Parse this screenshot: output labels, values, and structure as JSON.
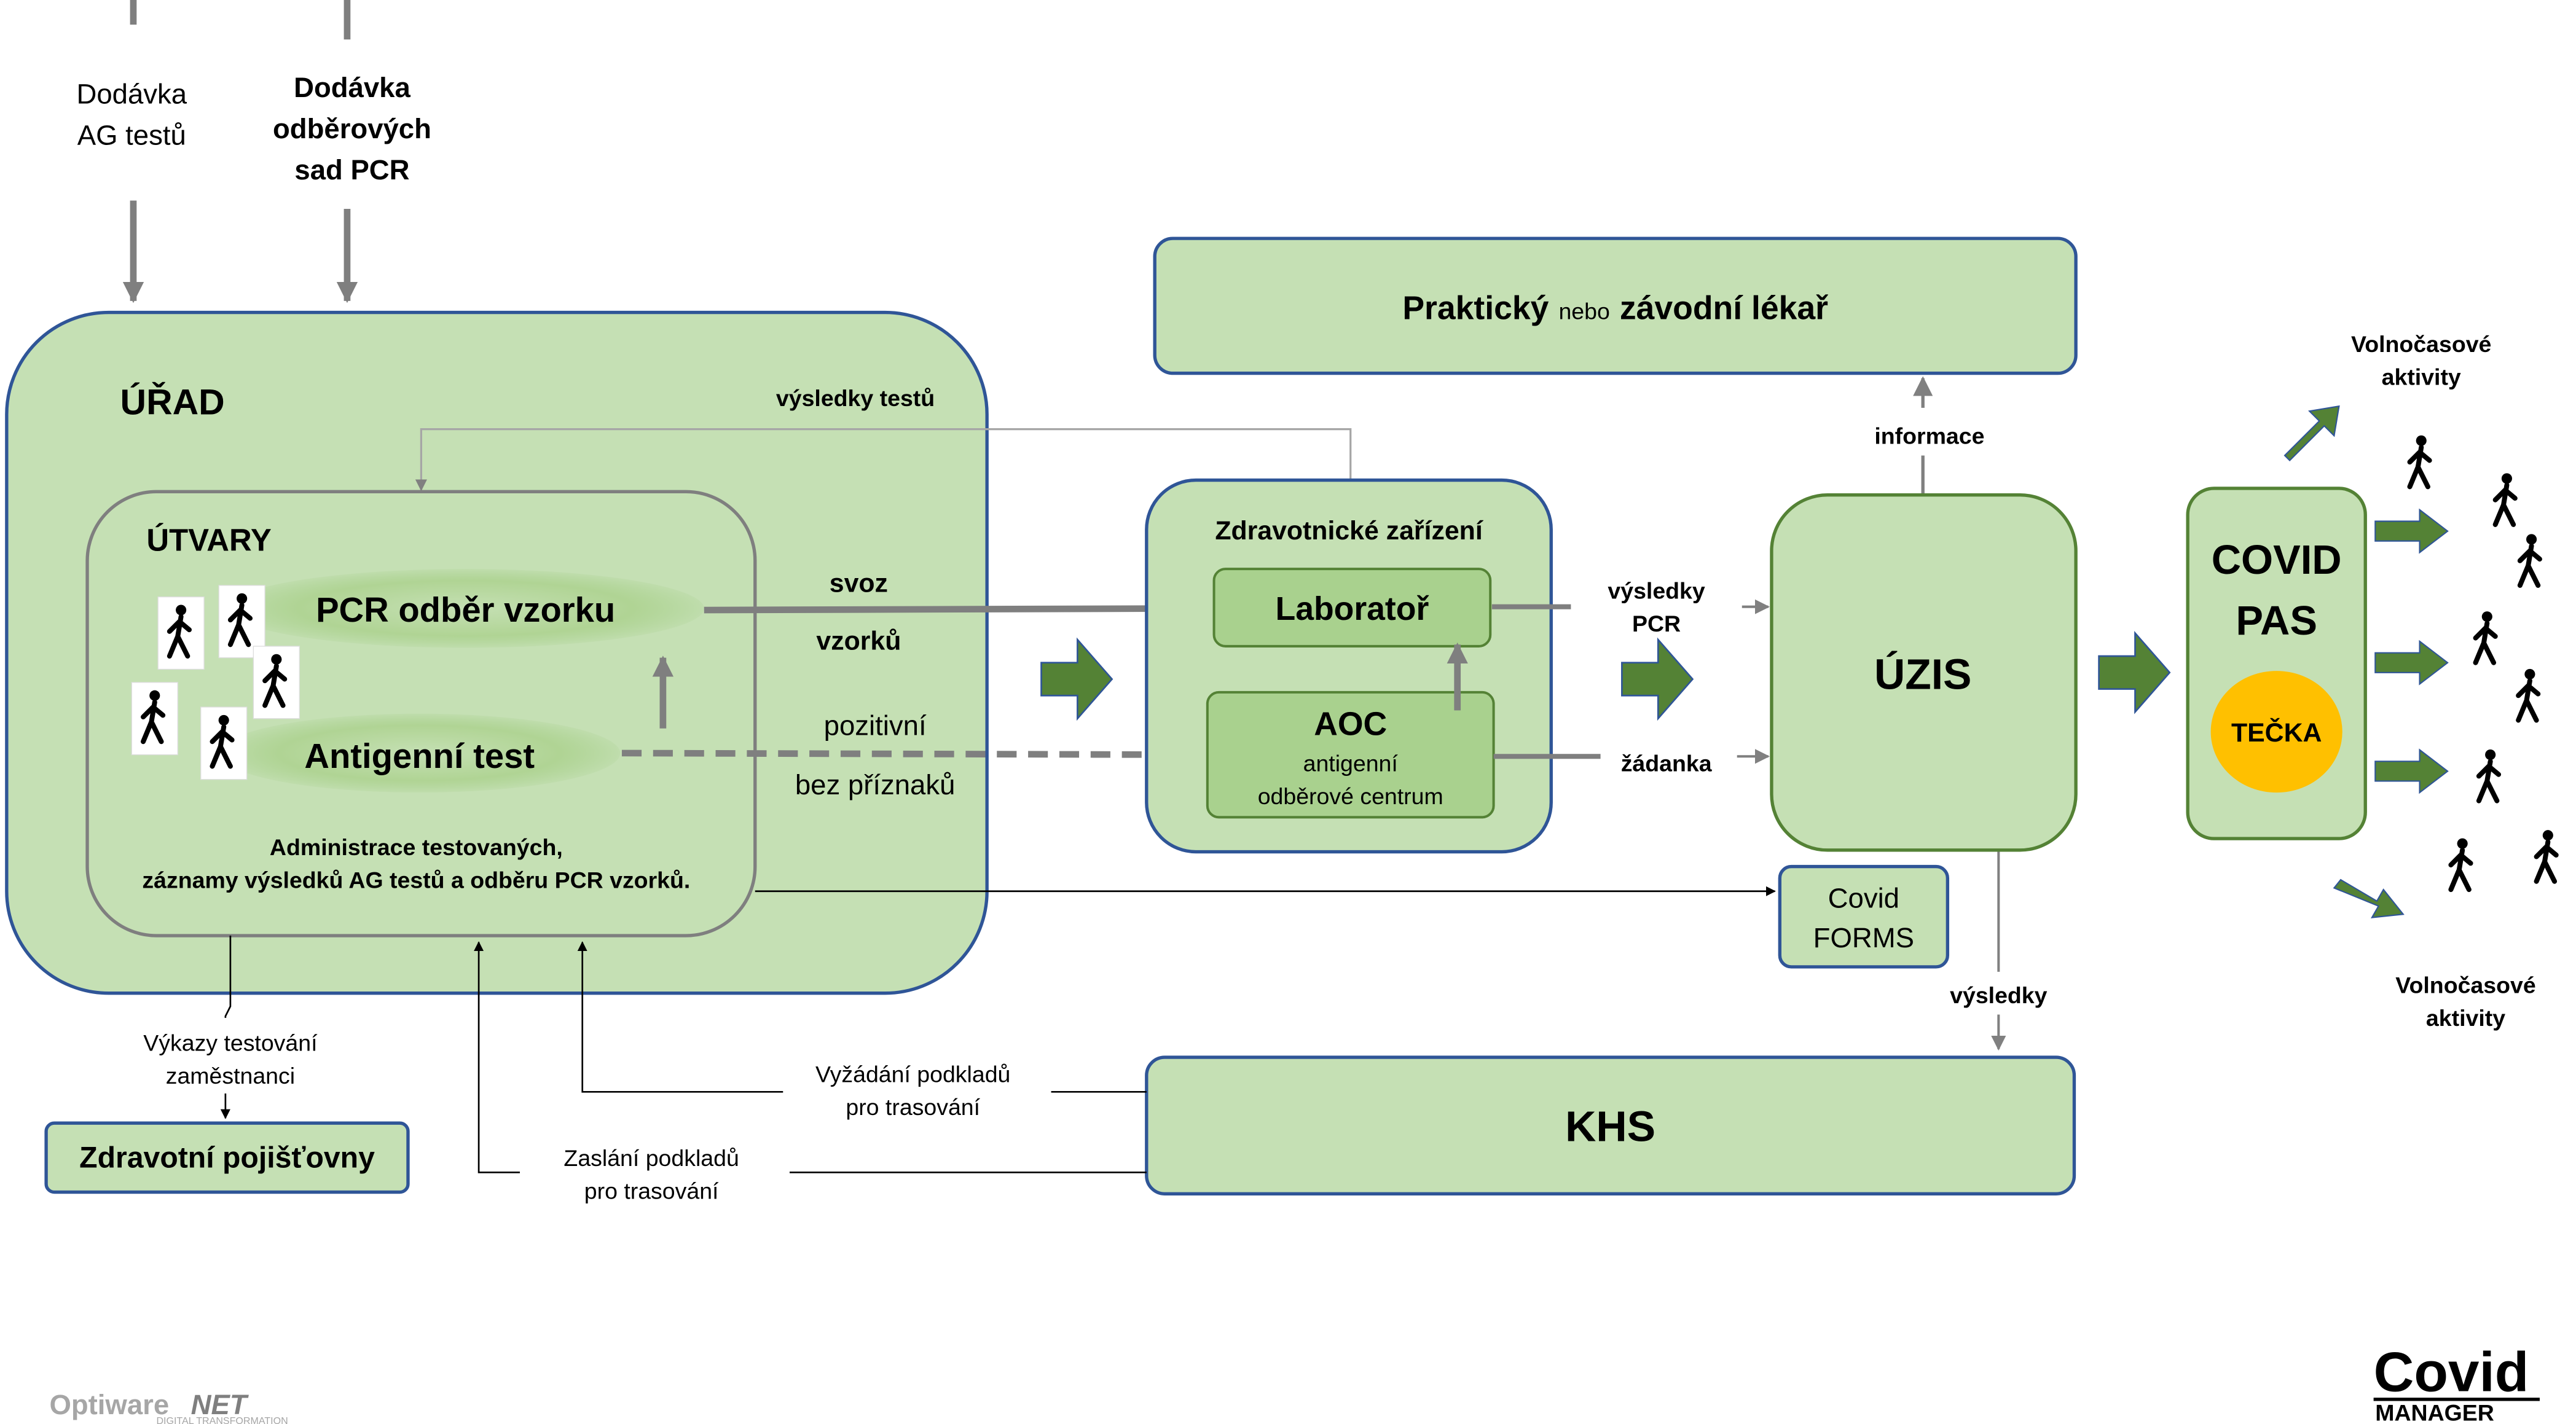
{
  "supply": {
    "ag": [
      "Dodávka",
      "AG testů"
    ],
    "pcr": [
      "Dodávka",
      "odběrových",
      "sad PCR"
    ]
  },
  "urad": {
    "title": "ÚŘAD",
    "results_label": "výsledky testů",
    "utvary": {
      "title": "ÚTVARY",
      "pcr": "PCR odběr vzorku",
      "antigen": "Antigenní test",
      "admin": [
        "Administrace testovaných,",
        "záznamy výsledků AG testů a odběru PCR vzorků."
      ]
    }
  },
  "transport": [
    "svoz",
    "vzorků"
  ],
  "positive": [
    "pozitivní",
    "bez příznaků"
  ],
  "health_facility": {
    "title": "Zdravotnické zařízení",
    "lab": "Laboratoř",
    "aoc": {
      "title": "AOC",
      "sub": [
        "antigenní",
        "odběrové centrum"
      ]
    }
  },
  "results_pcr": [
    "výsledky",
    "PCR"
  ],
  "request": "žádanka",
  "gp": {
    "a": "Praktický",
    "b": "nebo",
    "c": "závodní lékař"
  },
  "information": "informace",
  "uzis": "ÚZIS",
  "covid_forms": [
    "Covid",
    "FORMS"
  ],
  "results": "výsledky",
  "khs": "KHS",
  "covid_pas": {
    "title": [
      "COVID",
      "PAS"
    ],
    "badge": "TEČKA"
  },
  "leisure_top": [
    "Volnočasové",
    "aktivity"
  ],
  "leisure_bottom": [
    "Volnočasové",
    "aktivity"
  ],
  "reports": [
    "Výkazy testování",
    "zaměstnanci"
  ],
  "insurance": "Zdravotní pojišťovny",
  "request_tracing": [
    "Vyžádání podkladů",
    "pro trasování"
  ],
  "send_tracing": [
    "Zaslání podkladů",
    "pro trasování"
  ],
  "logo_left": {
    "name": "Optiware",
    "net": "NET",
    "tag": "DIGITAL TRANSFORMATION"
  },
  "logo_right": {
    "covid": "Covid",
    "manager": "MANAGER"
  },
  "colors": {
    "fill": "#c5e0b4",
    "fill_inner": "#a9d18e",
    "border_blue": "#2f5597",
    "border_green": "#548235",
    "border_grey": "#808080",
    "arrow_grey": "#7f7f7f",
    "arrow_green": "#548235",
    "badge": "#ffc000"
  }
}
